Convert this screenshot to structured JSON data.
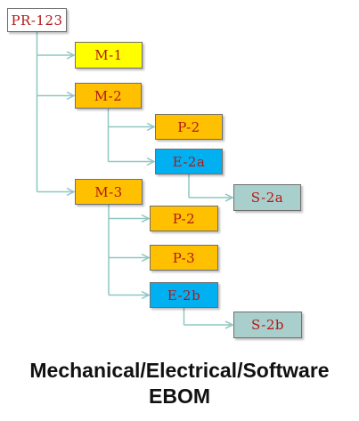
{
  "diagram": {
    "nodes": [
      {
        "id": "pr-123",
        "label": "PR-123",
        "color": "#ffffff"
      },
      {
        "id": "m-1",
        "label": "M-1",
        "color": "#ffff00"
      },
      {
        "id": "m-2",
        "label": "M-2",
        "color": "#ffc000"
      },
      {
        "id": "p-2-a",
        "label": "P-2",
        "color": "#ffc000"
      },
      {
        "id": "e-2a",
        "label": "E-2a",
        "color": "#00b0f0"
      },
      {
        "id": "s-2a",
        "label": "S-2a",
        "color": "#a9cfcd"
      },
      {
        "id": "m-3",
        "label": "M-3",
        "color": "#ffc000"
      },
      {
        "id": "p-2-b",
        "label": "P-2",
        "color": "#ffc000"
      },
      {
        "id": "p-3",
        "label": "P-3",
        "color": "#ffc000"
      },
      {
        "id": "e-2b",
        "label": "E-2b",
        "color": "#00b0f0"
      },
      {
        "id": "s-2b",
        "label": "S-2b",
        "color": "#a9cfcd"
      }
    ],
    "edges": [
      {
        "from": "pr-123",
        "to": "m-1"
      },
      {
        "from": "pr-123",
        "to": "m-2"
      },
      {
        "from": "pr-123",
        "to": "m-3"
      },
      {
        "from": "m-2",
        "to": "p-2-a"
      },
      {
        "from": "m-2",
        "to": "e-2a"
      },
      {
        "from": "e-2a",
        "to": "s-2a"
      },
      {
        "from": "m-3",
        "to": "p-2-b"
      },
      {
        "from": "m-3",
        "to": "p-3"
      },
      {
        "from": "m-3",
        "to": "e-2b"
      },
      {
        "from": "e-2b",
        "to": "s-2b"
      }
    ],
    "label_color": "#b01818",
    "connector_color": "#8fc7c2"
  },
  "caption": {
    "line1": "Mechanical/Electrical/Software",
    "line2": "EBOM"
  }
}
